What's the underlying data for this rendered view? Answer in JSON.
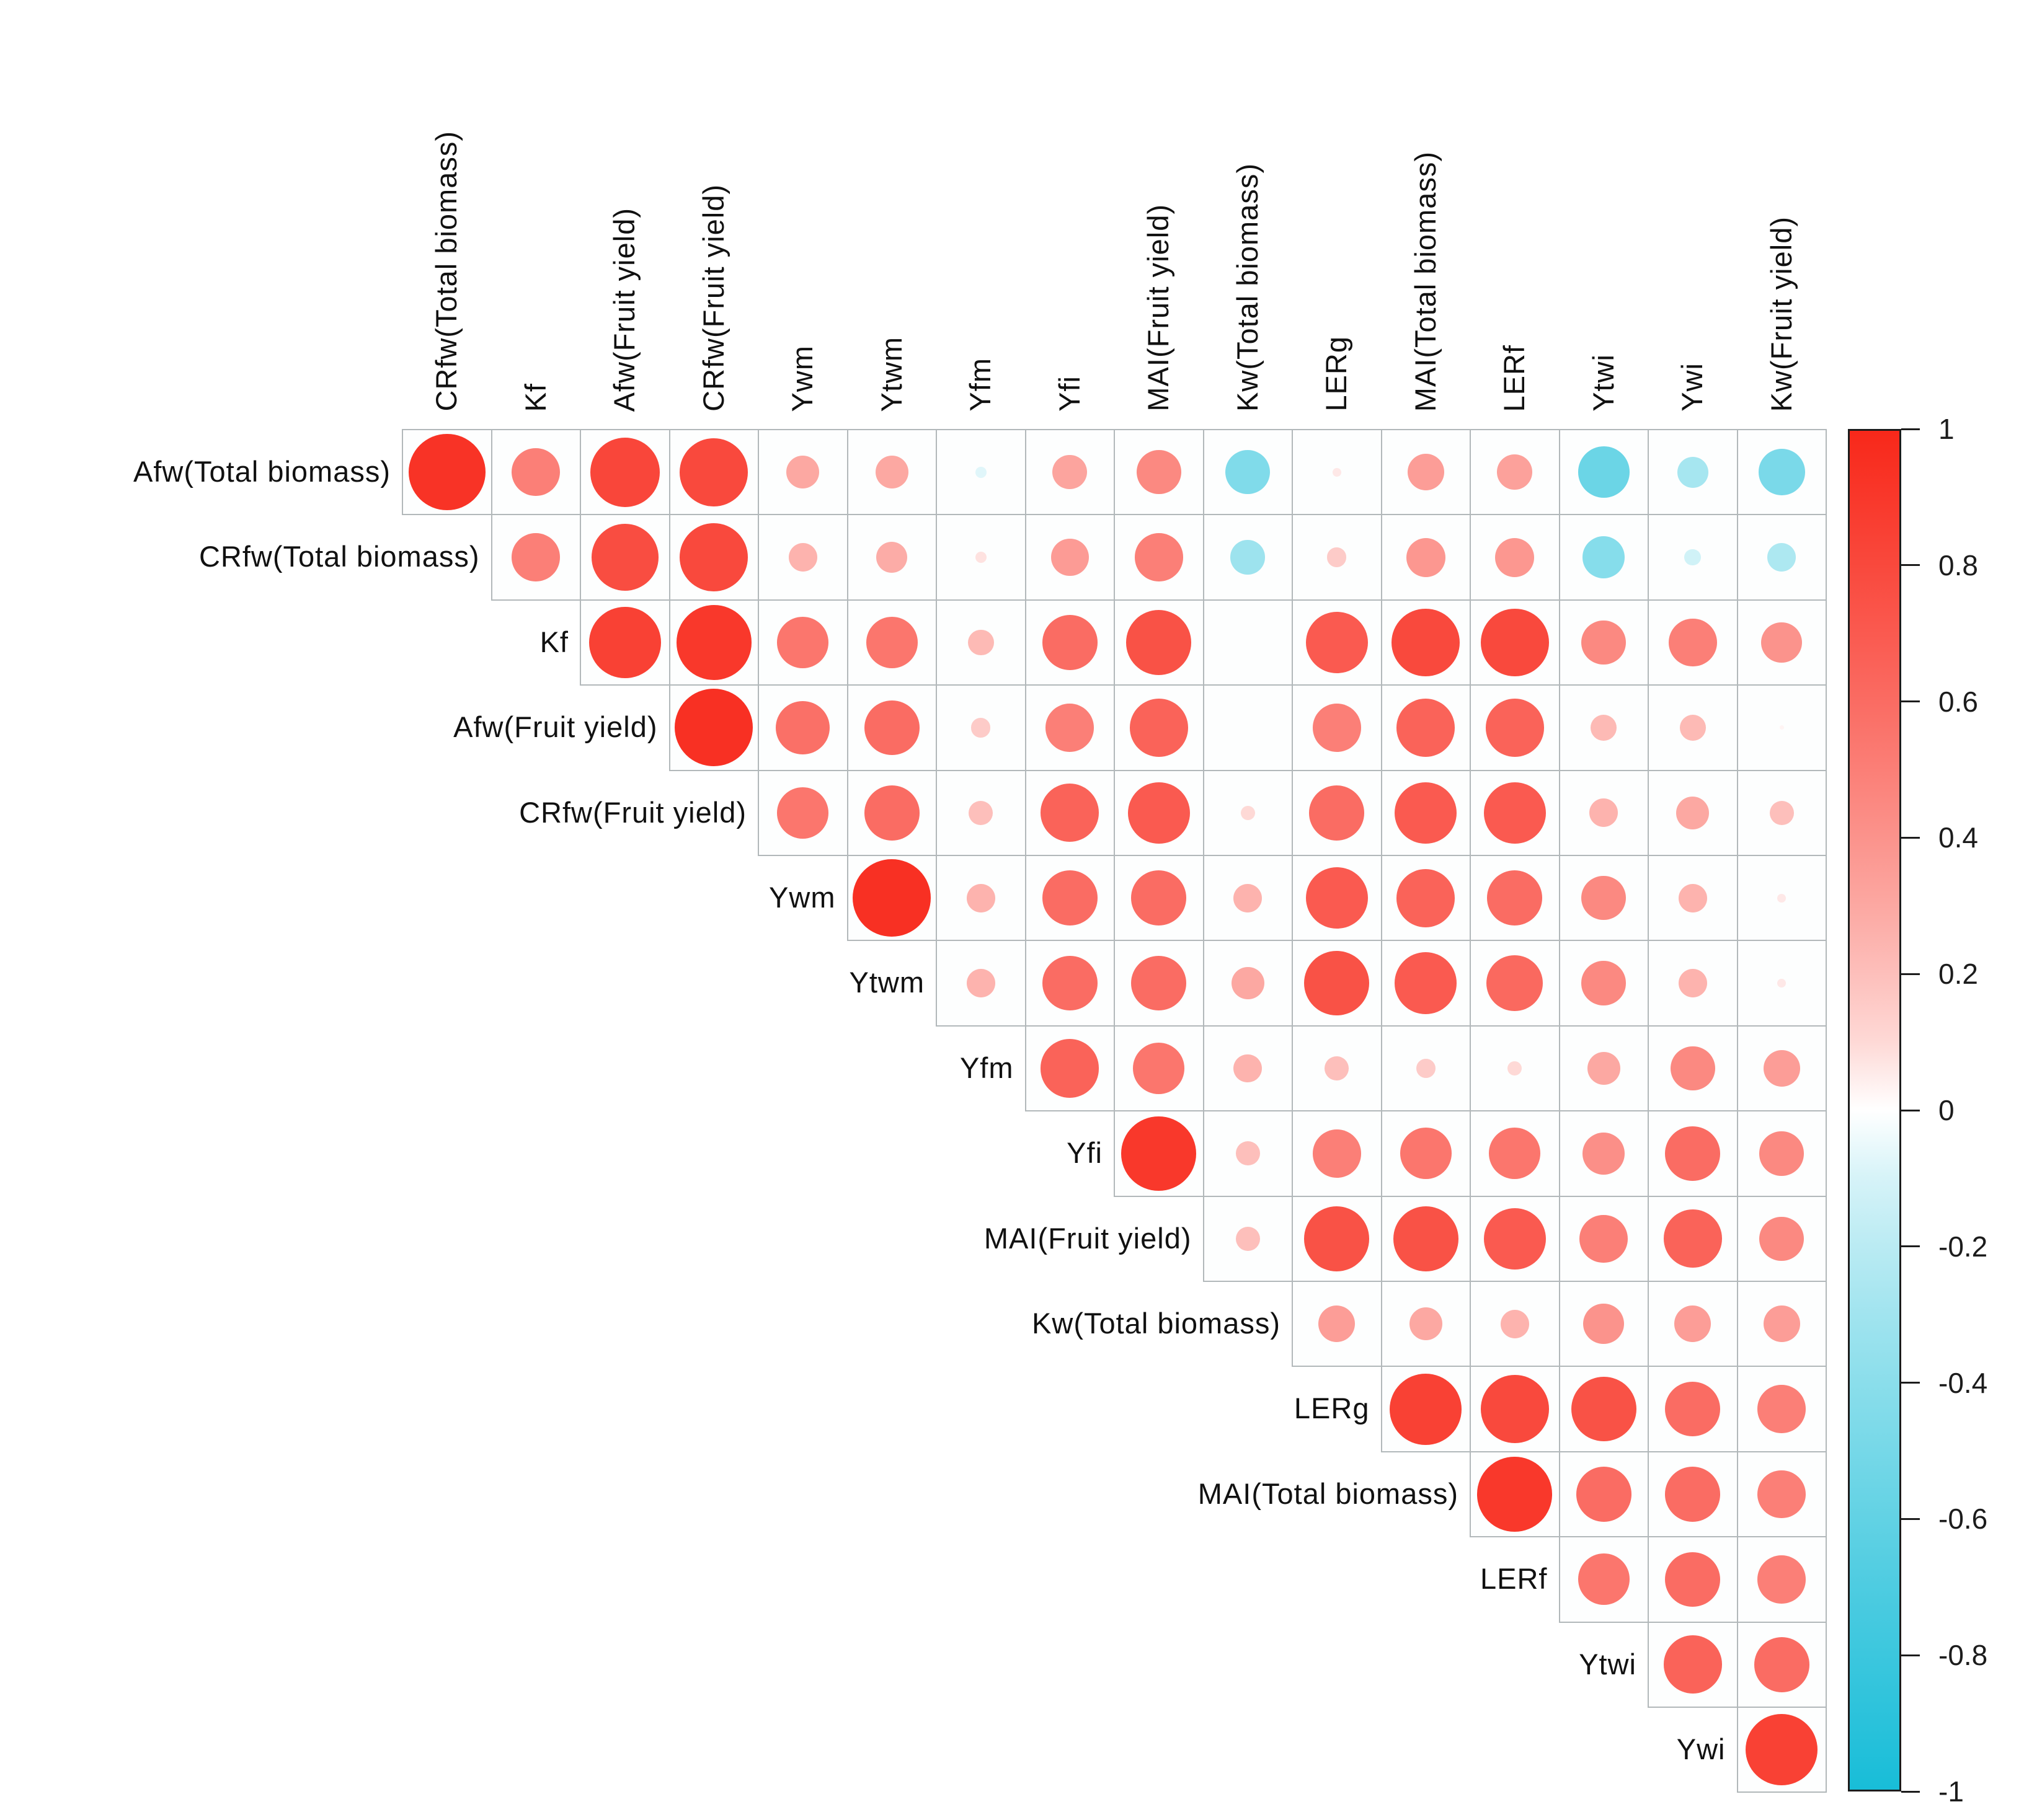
{
  "chart_data": {
    "type": "heatmap",
    "subtype": "correlation-bubble-matrix-upper-triangle",
    "legend_position": "right",
    "grid": true,
    "positive_color": "#f8281a",
    "negative_color": "#18bdd8",
    "zero_color": "#ffffff",
    "columns": [
      "CRfw(Total biomass)",
      "Kf",
      "Afw(Fruit yield)",
      "CRfw(Fruit yield)",
      "Ywm",
      "Ytwm",
      "Yfm",
      "Yfi",
      "MAI(Fruit yield)",
      "Kw(Total biomass)",
      "LERg",
      "MAI(Total biomass)",
      "LERf",
      "Ytwi",
      "Ywi",
      "Kw(Fruit yield)"
    ],
    "rows": [
      "Afw(Total biomass)",
      "CRfw(Total biomass)",
      "Kf",
      "Afw(Fruit yield)",
      "CRfw(Fruit yield)",
      "Ywm",
      "Ytwm",
      "Yfm",
      "Yfi",
      "MAI(Fruit yield)",
      "Kw(Total biomass)",
      "LERg",
      "MAI(Total biomass)",
      "LERf",
      "Ytwi",
      "Ywi"
    ],
    "matrix": [
      [
        0.93,
        0.5,
        0.82,
        0.8,
        0.3,
        0.3,
        -0.07,
        0.32,
        0.45,
        -0.45,
        0.05,
        0.35,
        0.33,
        -0.55,
        -0.28,
        -0.48
      ],
      [
        null,
        0.5,
        0.78,
        0.8,
        0.25,
        0.28,
        0.07,
        0.36,
        0.5,
        -0.32,
        0.15,
        0.38,
        0.38,
        -0.42,
        -0.12,
        -0.25
      ],
      [
        null,
        null,
        0.85,
        0.9,
        0.55,
        0.55,
        0.22,
        0.6,
        0.75,
        0.0,
        0.7,
        0.8,
        0.8,
        0.45,
        0.5,
        0.4
      ],
      [
        null,
        null,
        null,
        0.95,
        0.58,
        0.6,
        0.15,
        0.5,
        0.65,
        0.0,
        0.5,
        0.65,
        0.65,
        0.22,
        0.22,
        0.02
      ],
      [
        null,
        null,
        null,
        null,
        0.55,
        0.6,
        0.2,
        0.65,
        0.7,
        0.1,
        0.6,
        0.7,
        0.7,
        0.25,
        0.3,
        0.2
      ],
      [
        null,
        null,
        null,
        null,
        null,
        0.95,
        0.25,
        0.6,
        0.6,
        0.25,
        0.7,
        0.65,
        0.6,
        0.45,
        0.25,
        0.05
      ],
      [
        null,
        null,
        null,
        null,
        null,
        null,
        0.25,
        0.6,
        0.6,
        0.3,
        0.75,
        0.7,
        0.62,
        0.45,
        0.25,
        0.05
      ],
      [
        null,
        null,
        null,
        null,
        null,
        null,
        null,
        0.65,
        0.55,
        0.25,
        0.2,
        0.15,
        0.1,
        0.3,
        0.45,
        0.35
      ],
      [
        null,
        null,
        null,
        null,
        null,
        null,
        null,
        null,
        0.9,
        0.2,
        0.5,
        0.55,
        0.55,
        0.42,
        0.6,
        0.45
      ],
      [
        null,
        null,
        null,
        null,
        null,
        null,
        null,
        null,
        null,
        0.2,
        0.75,
        0.75,
        0.7,
        0.5,
        0.65,
        0.45
      ],
      [
        null,
        null,
        null,
        null,
        null,
        null,
        null,
        null,
        null,
        null,
        0.35,
        0.3,
        0.25,
        0.4,
        0.35,
        0.35
      ],
      [
        null,
        null,
        null,
        null,
        null,
        null,
        null,
        null,
        null,
        null,
        null,
        0.85,
        0.8,
        0.75,
        0.6,
        0.5
      ],
      [
        null,
        null,
        null,
        null,
        null,
        null,
        null,
        null,
        null,
        null,
        null,
        null,
        0.9,
        0.6,
        0.6,
        0.5
      ],
      [
        null,
        null,
        null,
        null,
        null,
        null,
        null,
        null,
        null,
        null,
        null,
        null,
        null,
        0.55,
        0.6,
        0.5
      ],
      [
        null,
        null,
        null,
        null,
        null,
        null,
        null,
        null,
        null,
        null,
        null,
        null,
        null,
        null,
        0.65,
        0.6
      ],
      [
        null,
        null,
        null,
        null,
        null,
        null,
        null,
        null,
        null,
        null,
        null,
        null,
        null,
        null,
        null,
        0.85
      ]
    ],
    "colorbar": {
      "max": 1,
      "min": -1,
      "tick_labels": [
        "1",
        "0.8",
        "0.6",
        "0.4",
        "0.2",
        "0",
        "-0.2",
        "-0.4",
        "-0.6",
        "-0.8",
        "-1"
      ],
      "tick_values": [
        1,
        0.8,
        0.6,
        0.4,
        0.2,
        0,
        -0.2,
        -0.4,
        -0.6,
        -0.8,
        -1
      ]
    }
  }
}
